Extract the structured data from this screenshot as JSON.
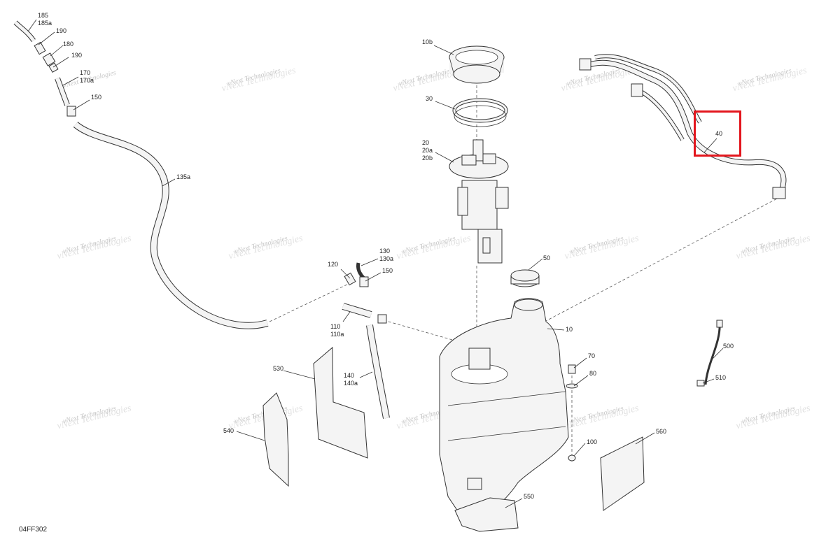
{
  "diagram": {
    "code": "04FF302",
    "highlighted_part": "40",
    "highlight_color": "#e3161d",
    "watermark": "vNext Technologies",
    "callouts": {
      "185": "185",
      "185a": "185a",
      "190a": "190",
      "180": "180",
      "190b": "190",
      "170": "170",
      "170a": "170a",
      "150a": "150",
      "135a": "135a",
      "10b": "10b",
      "30": "30",
      "20": "20",
      "20a": "20a",
      "20b": "20b",
      "40": "40",
      "120": "120",
      "130": "130",
      "130a": "130a",
      "150b": "150",
      "110": "110",
      "110a": "110a",
      "50": "50",
      "10": "10",
      "140": "140",
      "140a": "140a",
      "530": "530",
      "540": "540",
      "70": "70",
      "80": "80",
      "100": "100",
      "500": "500",
      "510": "510",
      "560": "560",
      "550": "550"
    }
  }
}
